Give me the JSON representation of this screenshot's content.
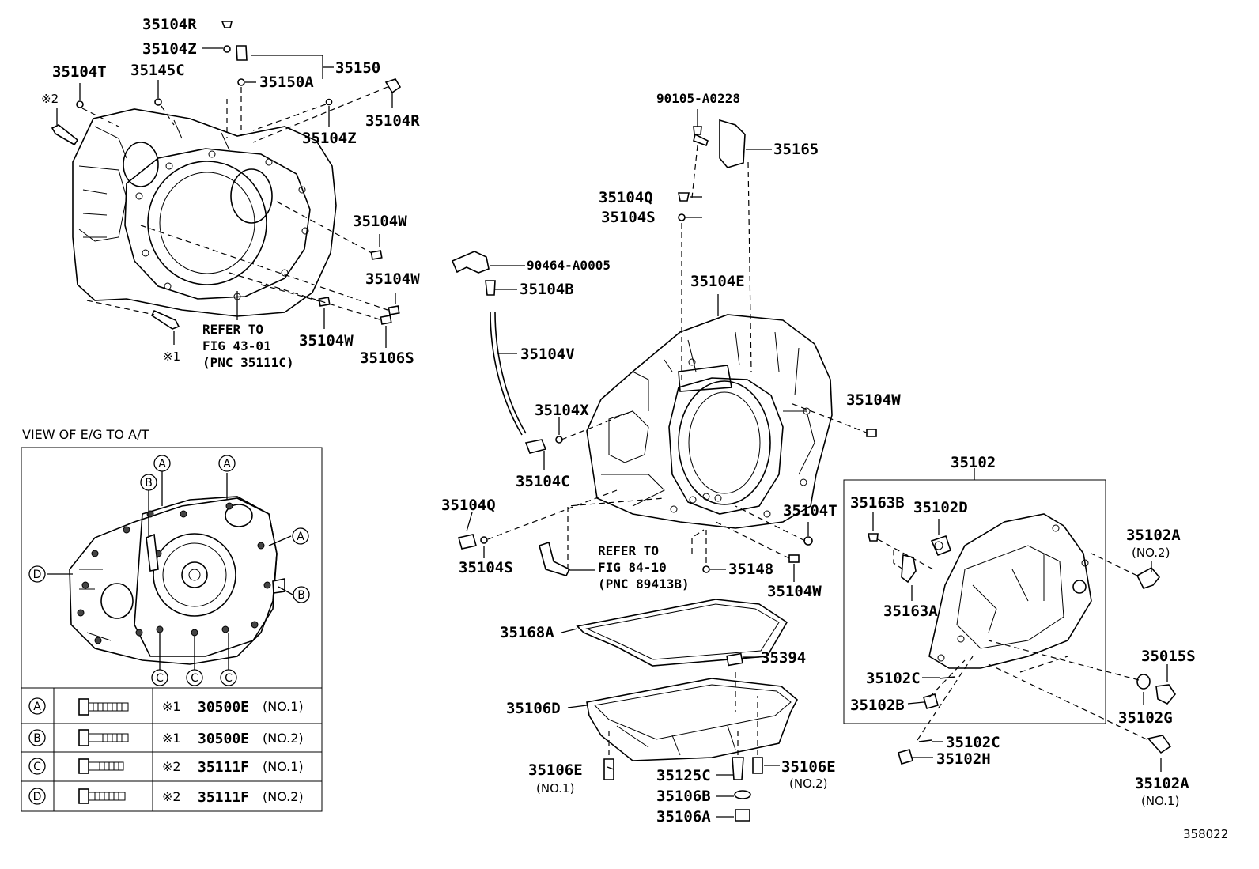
{
  "labels": {
    "p35104R_top": "35104R",
    "p35104Z_top": "35104Z",
    "p35150": "35150",
    "p35150A": "35150A",
    "p35104T_left": "35104T",
    "p35145C": "35145C",
    "mark2": "※2",
    "p35104R_right": "35104R",
    "p35104Z_right": "35104Z",
    "p35104W_1": "35104W",
    "p35104W_2": "35104W",
    "p35104W_3": "35104W",
    "p35106S": "35106S",
    "mark1": "※1",
    "p90105": "90105-A0228",
    "p35165": "35165",
    "p35104Q_top": "35104Q",
    "p35104S_top": "35104S",
    "p90464": "90464-A0005",
    "p35104B": "35104B",
    "p35104E": "35104E",
    "p35104V": "35104V",
    "p35104X": "35104X",
    "p35104C": "35104C",
    "p35104W_mid": "35104W",
    "p35104Q_bot": "35104Q",
    "p35104S_bot": "35104S",
    "p35104T_mid": "35104T",
    "p35148": "35148",
    "p35104W_bot": "35104W",
    "p35168A": "35168A",
    "p35394": "35394",
    "p35106D": "35106D",
    "p35106E_left": "35106E",
    "p35106E_left_sub": "(NO.1)",
    "p35125C": "35125C",
    "p35106E_right": "35106E",
    "p35106E_right_sub": "(NO.2)",
    "p35106B": "35106B",
    "p35106A": "35106A",
    "p35102": "35102",
    "p35163B": "35163B",
    "p35102D": "35102D",
    "p35163A": "35163A",
    "p35102A_top": "35102A",
    "p35102A_top_sub": "(NO.2)",
    "p35015S": "35015S",
    "p35102C_1": "35102C",
    "p35102B": "35102B",
    "p35102G": "35102G",
    "p35102C_2": "35102C",
    "p35102H": "35102H",
    "p35102A_bot": "35102A",
    "p35102A_bot_sub": "(NO.1)"
  },
  "refer_1": [
    "REFER TO",
    "FIG 43-01",
    "(PNC 35111C)"
  ],
  "refer_2": [
    "REFER TO",
    "FIG 84-10",
    "(PNC 89413B)"
  ],
  "view": {
    "title": "VIEW OF E/G TO A/T",
    "callouts": {
      "a": "A",
      "b": "B",
      "c": "C",
      "d": "D"
    },
    "table": [
      {
        "key": "A",
        "mark": "※1",
        "part": "30500E",
        "no": "(NO.1)"
      },
      {
        "key": "B",
        "mark": "※1",
        "part": "30500E",
        "no": "(NO.2)"
      },
      {
        "key": "C",
        "mark": "※2",
        "part": "35111F",
        "no": "(NO.1)"
      },
      {
        "key": "D",
        "mark": "※2",
        "part": "35111F",
        "no": "(NO.2)"
      }
    ]
  },
  "diagram_id": "358022"
}
